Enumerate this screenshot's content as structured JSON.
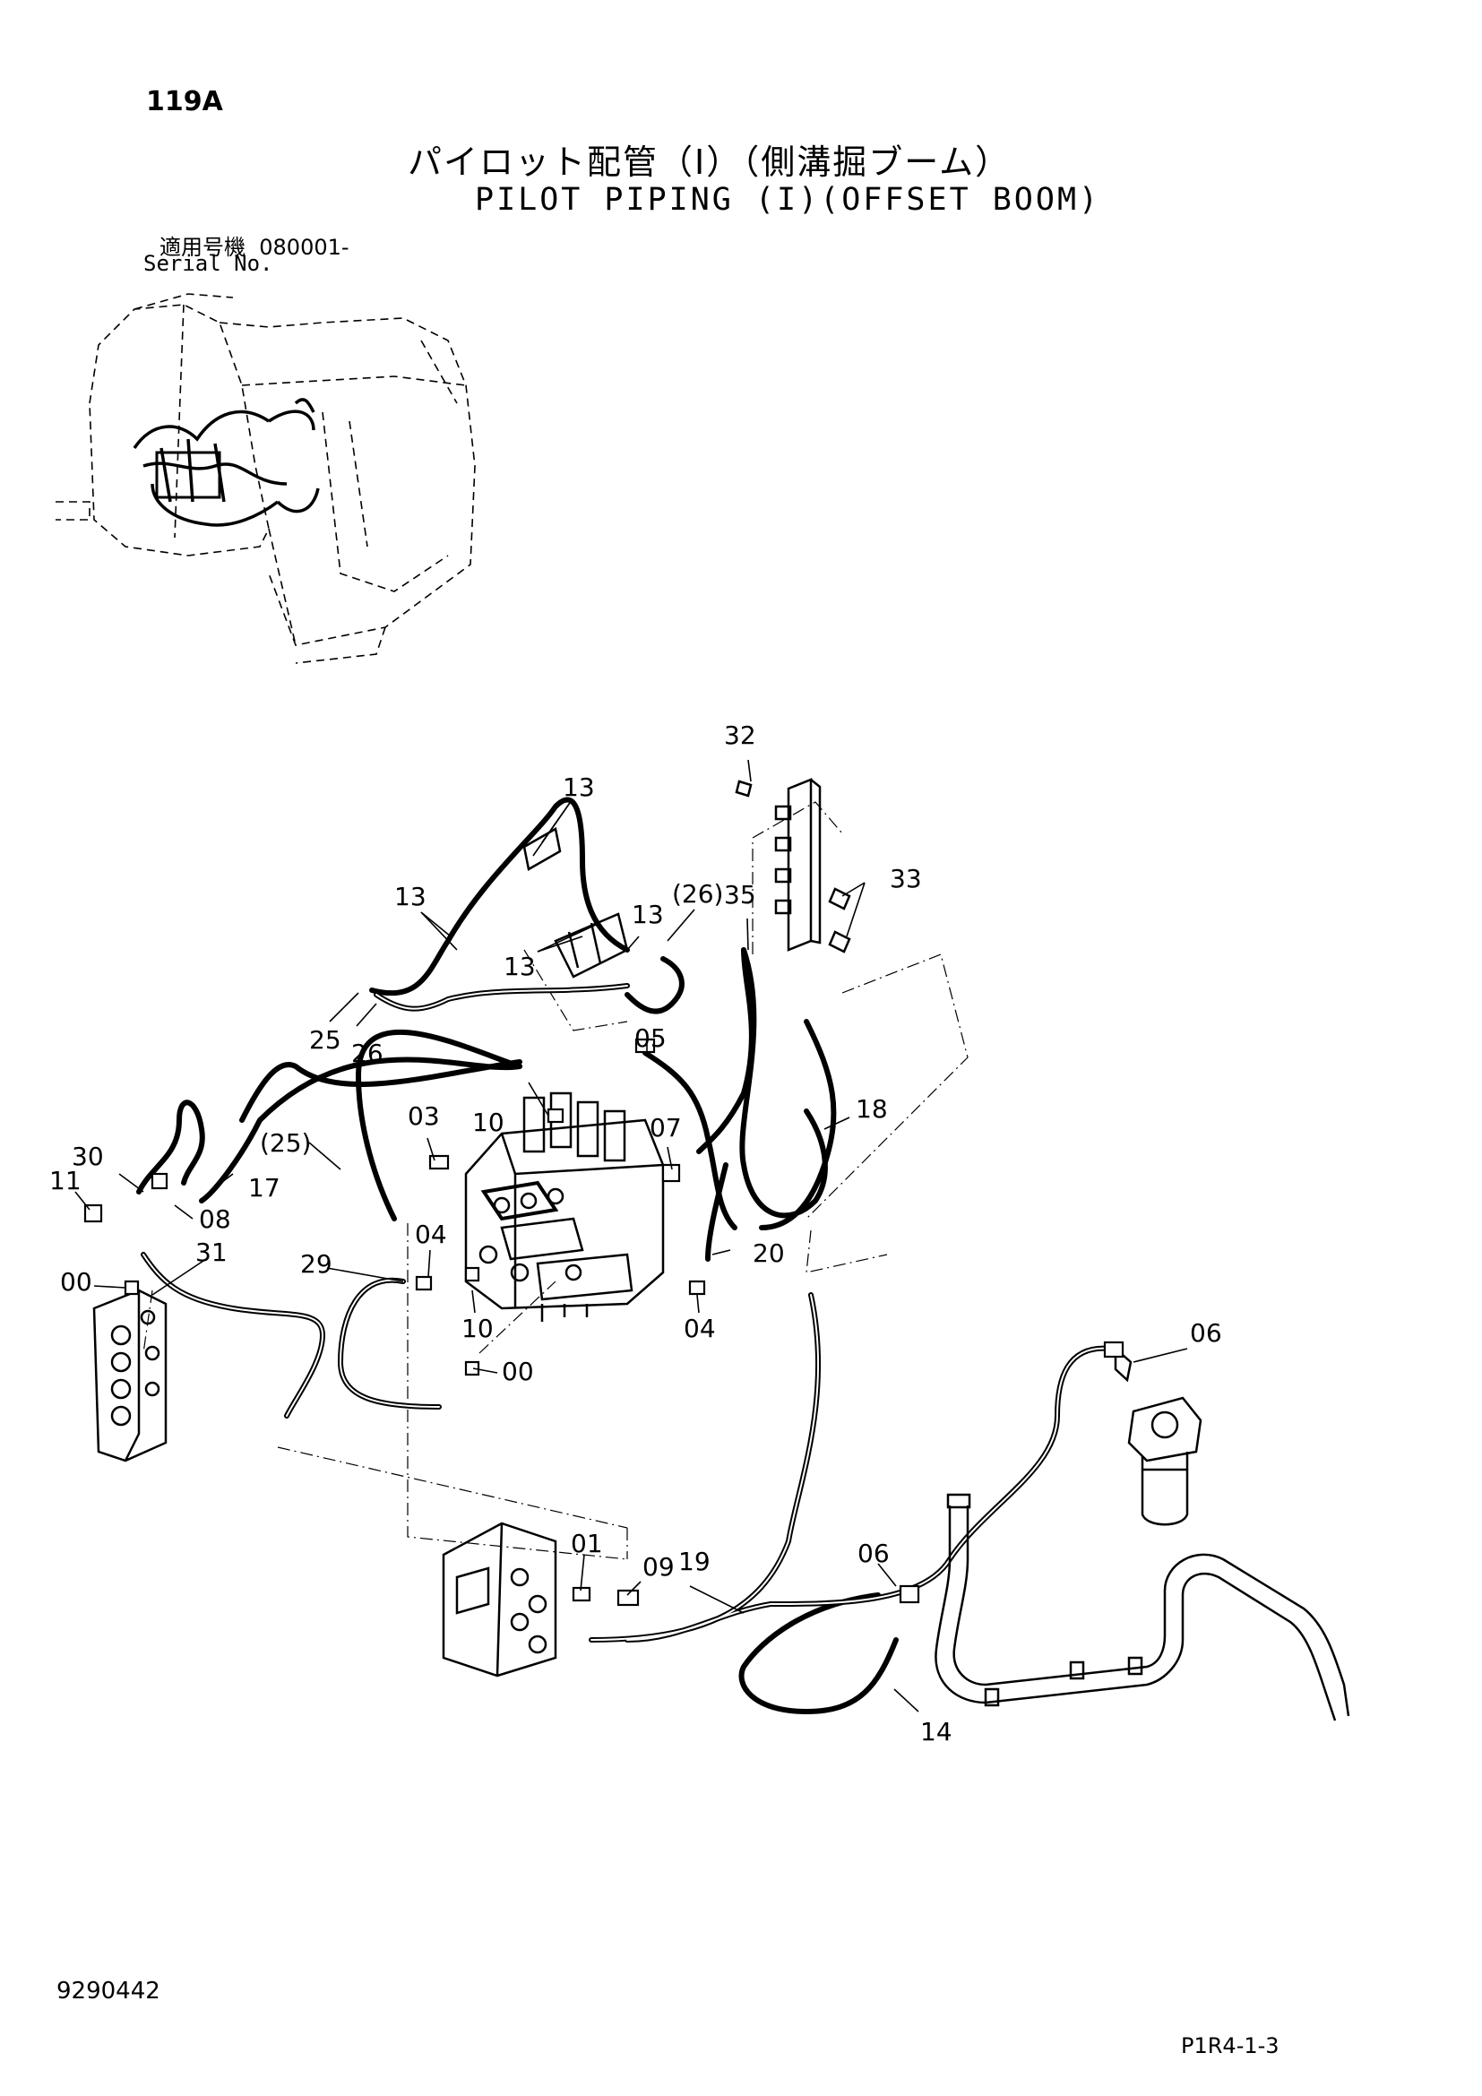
{
  "header": {
    "page_number": "119A",
    "title_jp": "パイロット配管（Ⅰ）（側溝掘ブーム）",
    "title_en": "PILOT PIPING (I)(OFFSET BOOM)",
    "serial_label_jp": "適用号機",
    "serial_value": "080001-",
    "serial_label_en": "Serial No."
  },
  "callouts": {
    "c32": "32",
    "c13a": "13",
    "c13b": "13",
    "c13c": "13",
    "c13d": "13",
    "c26p": "(26)",
    "c35": "35",
    "c33": "33",
    "c25": "25",
    "c26": "26",
    "c05": "05",
    "c18": "18",
    "c10a": "10",
    "c03": "03",
    "c07": "07",
    "c30": "30",
    "c25p": "(25)",
    "c17": "17",
    "c11": "11",
    "c08": "08",
    "c31": "31",
    "c04a": "04",
    "c20": "20",
    "c00a": "00",
    "c29": "29",
    "c10b": "10",
    "c04b": "04",
    "c00b": "00",
    "c06a": "06",
    "c01": "01",
    "c09": "09",
    "c19": "19",
    "c06b": "06",
    "c14": "14"
  },
  "footer": {
    "document_number": "9290442",
    "figure_code": "P1R4-1-3"
  }
}
